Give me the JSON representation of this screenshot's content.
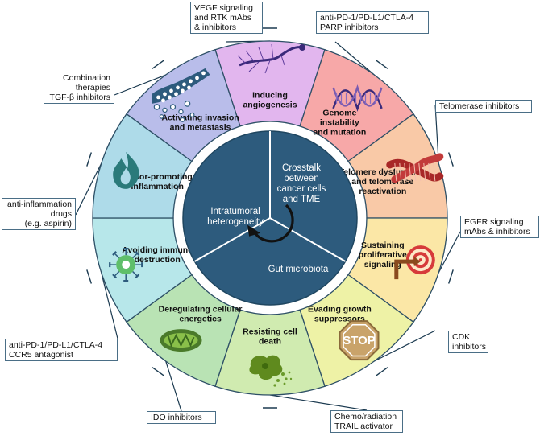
{
  "segments": [
    {
      "label_lines": [
        "Inducing",
        "angiogenesis"
      ],
      "color": "#e2b6ee",
      "icon": "blood-vessel-icon"
    },
    {
      "label_lines": [
        "Genome",
        "instability",
        "and mutation"
      ],
      "color": "#f7a8a8",
      "icon": "dna-icon"
    },
    {
      "label_lines": [
        "Telomere dysfunction",
        "and telomerase",
        "reactivation"
      ],
      "color": "#f9c9a7",
      "icon": "chromosome-icon"
    },
    {
      "label_lines": [
        "Sustaining",
        "proliferative",
        "signaling"
      ],
      "color": "#fbe7a6",
      "icon": "target-icon"
    },
    {
      "label_lines": [
        "Evading growth",
        "suppressors"
      ],
      "color": "#eef2a6",
      "icon": "stop-sign-icon"
    },
    {
      "label_lines": [
        "Resisting cell",
        "death"
      ],
      "color": "#d0ebb0",
      "icon": "dying-cell-icon"
    },
    {
      "label_lines": [
        "Deregulating cellular",
        "energetics"
      ],
      "color": "#b9e3b4",
      "icon": "mitochondrion-icon"
    },
    {
      "label_lines": [
        "Avoiding immune",
        "destruction"
      ],
      "color": "#b7e7ea",
      "icon": "immune-cell-icon"
    },
    {
      "label_lines": [
        "Tumor-promoting",
        "inflammation"
      ],
      "color": "#aedbe9",
      "icon": "flame-icon"
    },
    {
      "label_lines": [
        "Activating invasion",
        "and metastasis"
      ],
      "color": "#b9bdea",
      "icon": "metastasis-icon"
    }
  ],
  "core": {
    "sectors": [
      {
        "lines": [
          "Crosstalk",
          "between",
          "cancer cells",
          "and TME"
        ]
      },
      {
        "lines": [
          "Intratumoral",
          "heterogeneity"
        ]
      },
      {
        "lines": [
          "Gut microbiota"
        ]
      }
    ],
    "color": "#2d5b7d"
  },
  "inhibitors": [
    {
      "lines": [
        "VEGF signaling",
        "and RTK mAbs",
        "& inhibitors"
      ]
    },
    {
      "lines": [
        "anti-PD-1/PD-L1/CTLA-4",
        "PARP inhibitors"
      ]
    },
    {
      "lines": [
        "Telomerase inhibitors"
      ]
    },
    {
      "lines": [
        "EGFR signaling",
        "mAbs & inhibitors"
      ]
    },
    {
      "lines": [
        "CDK",
        "inhibitors"
      ]
    },
    {
      "lines": [
        "Chemo/radiation",
        "TRAIL activator"
      ]
    },
    {
      "lines": [
        "IDO inhibitors"
      ]
    },
    {
      "lines": [
        "anti-PD-1/PD-L1/CTLA-4",
        "CCR5 antagonist"
      ]
    },
    {
      "lines": [
        "anti-inflammation",
        "drugs",
        "(e.g. aspirin)"
      ]
    },
    {
      "lines": [
        "Combination",
        "therapies",
        "TGF-β inhibitors"
      ]
    }
  ],
  "stop_text": "STOP"
}
